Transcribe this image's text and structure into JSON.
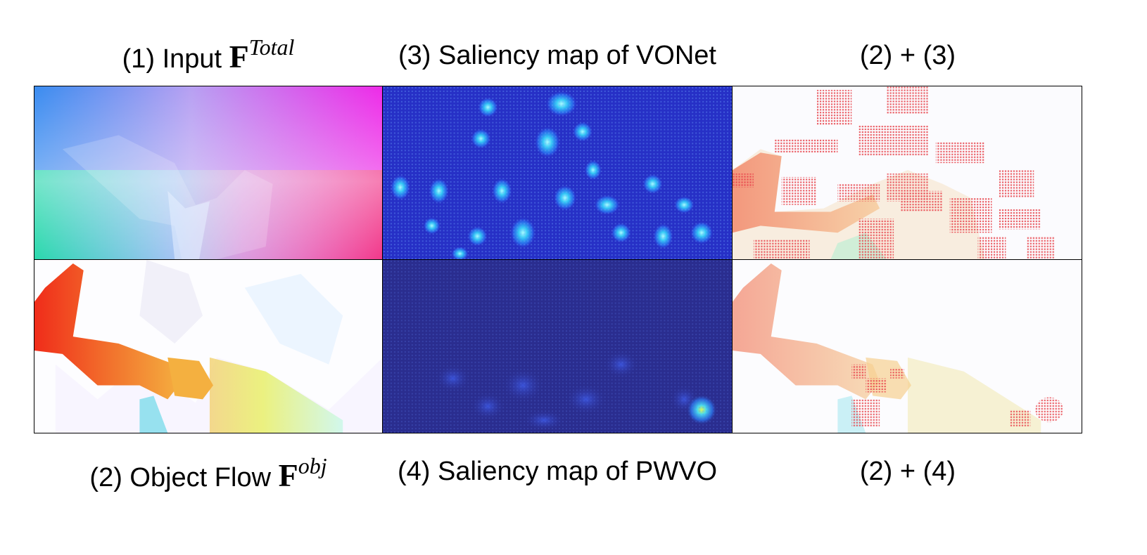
{
  "captions": {
    "p1": {
      "prefix": "(1) Input ",
      "symbol": "F",
      "superscript": "Total"
    },
    "p2": {
      "prefix": "(2) Object Flow ",
      "symbol": "F",
      "superscript": "obj"
    },
    "p3": {
      "text": "(3) Saliency map of VONet"
    },
    "p4": {
      "text": "(4) Saliency map of PWVO"
    },
    "p23": {
      "text": "(2) + (3)"
    },
    "p24": {
      "text": "(2) + (4)"
    }
  },
  "colors": {
    "saliency_bg": "#2b2fbf",
    "saliency_low_bg": "#2a2d8f",
    "saliency_hot": "#5cf0ff",
    "overlay_dot": "#e8424a"
  }
}
